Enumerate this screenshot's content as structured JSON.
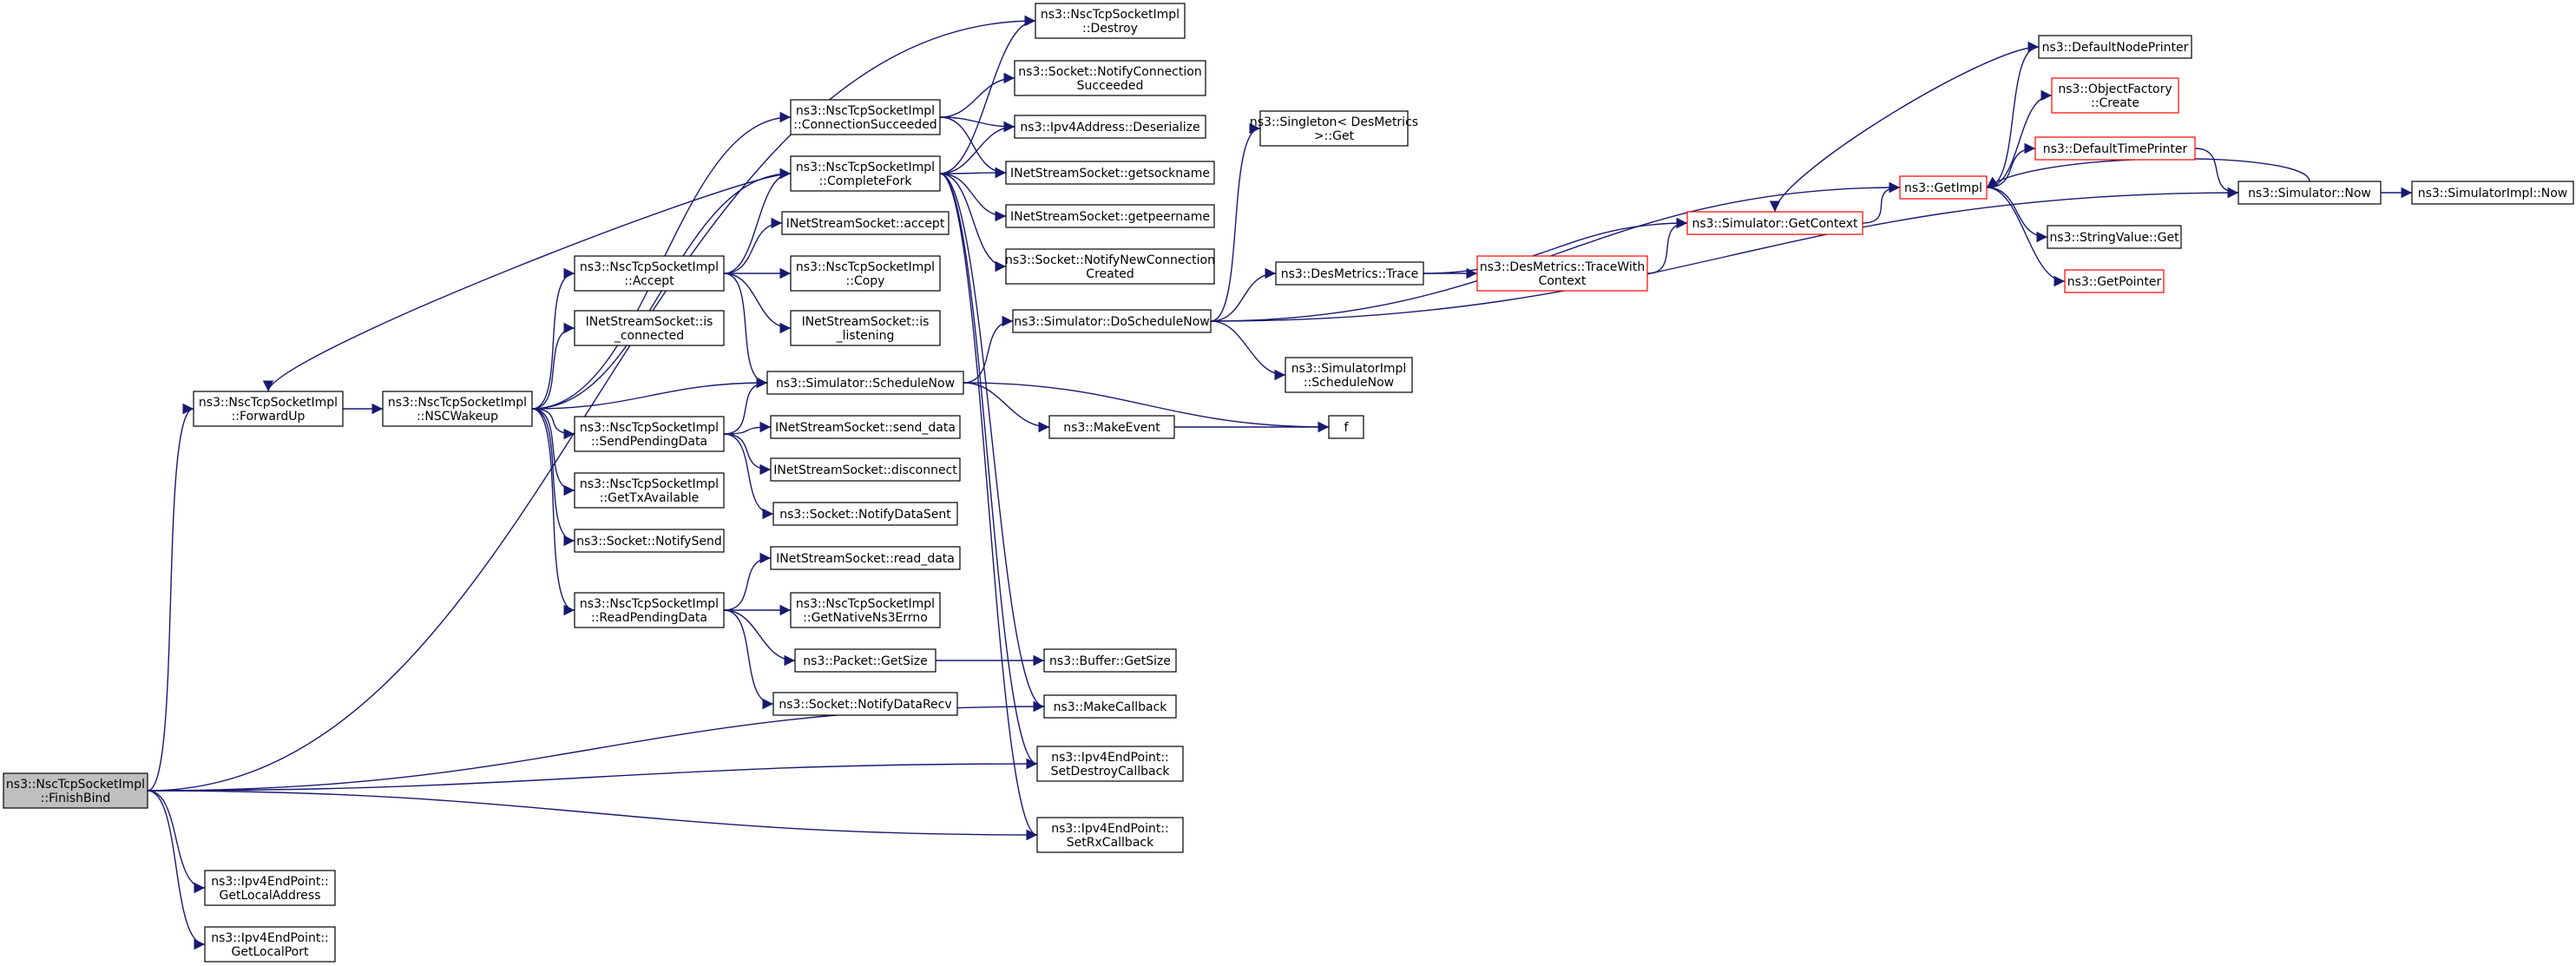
{
  "colors": {
    "edge": "#191970",
    "node_border": "#000000",
    "node_border_incomplete": "#ff0000",
    "root_fill": "#bfbfbf"
  },
  "nodes": [
    {
      "id": "finishbind",
      "lines": [
        "ns3::NscTcpSocketImpl",
        "::FinishBind"
      ],
      "root": true
    },
    {
      "id": "destroy",
      "lines": [
        "ns3::NscTcpSocketImpl",
        "::Destroy"
      ]
    },
    {
      "id": "forwardup",
      "lines": [
        "ns3::NscTcpSocketImpl",
        "::ForwardUp"
      ]
    },
    {
      "id": "nscwakeup",
      "lines": [
        "ns3::NscTcpSocketImpl",
        "::NSCWakeup"
      ]
    },
    {
      "id": "connsucceeded",
      "lines": [
        "ns3::NscTcpSocketImpl",
        "::ConnectionSucceeded"
      ]
    },
    {
      "id": "notifyconnsucc",
      "lines": [
        "ns3::Socket::NotifyConnection",
        "Succeeded"
      ]
    },
    {
      "id": "ipv4deser",
      "lines": [
        "ns3::Ipv4Address::Deserialize"
      ]
    },
    {
      "id": "completefork",
      "lines": [
        "ns3::NscTcpSocketImpl",
        "::CompleteFork"
      ]
    },
    {
      "id": "getsockname",
      "lines": [
        "INetStreamSocket::getsockname"
      ]
    },
    {
      "id": "getpeername",
      "lines": [
        "INetStreamSocket::getpeername"
      ]
    },
    {
      "id": "notifynewconn",
      "lines": [
        "ns3::Socket::NotifyNewConnection",
        "Created"
      ]
    },
    {
      "id": "inetaccept",
      "lines": [
        "INetStreamSocket::accept"
      ]
    },
    {
      "id": "accept",
      "lines": [
        "ns3::NscTcpSocketImpl",
        "::Accept"
      ]
    },
    {
      "id": "copy",
      "lines": [
        "ns3::NscTcpSocketImpl",
        "::Copy"
      ]
    },
    {
      "id": "islistening",
      "lines": [
        "INetStreamSocket::is",
        "_listening"
      ]
    },
    {
      "id": "isconnected",
      "lines": [
        "INetStreamSocket::is",
        "_connected"
      ]
    },
    {
      "id": "schedulenow",
      "lines": [
        "ns3::Simulator::ScheduleNow"
      ]
    },
    {
      "id": "sendpending",
      "lines": [
        "ns3::NscTcpSocketImpl",
        "::SendPendingData"
      ]
    },
    {
      "id": "senddata",
      "lines": [
        "INetStreamSocket::send_data"
      ]
    },
    {
      "id": "disconnect",
      "lines": [
        "INetStreamSocket::disconnect"
      ]
    },
    {
      "id": "notifydatasent",
      "lines": [
        "ns3::Socket::NotifyDataSent"
      ]
    },
    {
      "id": "gettxavail",
      "lines": [
        "ns3::NscTcpSocketImpl",
        "::GetTxAvailable"
      ]
    },
    {
      "id": "notifysend",
      "lines": [
        "ns3::Socket::NotifySend"
      ]
    },
    {
      "id": "readpending",
      "lines": [
        "ns3::NscTcpSocketImpl",
        "::ReadPendingData"
      ]
    },
    {
      "id": "readdata",
      "lines": [
        "INetStreamSocket::read_data"
      ]
    },
    {
      "id": "getnativeerrno",
      "lines": [
        "ns3::NscTcpSocketImpl",
        "::GetNativeNs3Errno"
      ]
    },
    {
      "id": "packetgetsize",
      "lines": [
        "ns3::Packet::GetSize"
      ]
    },
    {
      "id": "notifydatarecv",
      "lines": [
        "ns3::Socket::NotifyDataRecv"
      ]
    },
    {
      "id": "buffergetsize",
      "lines": [
        "ns3::Buffer::GetSize"
      ]
    },
    {
      "id": "makecallback",
      "lines": [
        "ns3::MakeCallback"
      ]
    },
    {
      "id": "setdestroycb",
      "lines": [
        "ns3::Ipv4EndPoint::",
        "SetDestroyCallback"
      ]
    },
    {
      "id": "setrxcb",
      "lines": [
        "ns3::Ipv4EndPoint::",
        "SetRxCallback"
      ]
    },
    {
      "id": "getlocaladdr",
      "lines": [
        "ns3::Ipv4EndPoint::",
        "GetLocalAddress"
      ]
    },
    {
      "id": "getlocalport",
      "lines": [
        "ns3::Ipv4EndPoint::",
        "GetLocalPort"
      ]
    },
    {
      "id": "doschedulenow",
      "lines": [
        "ns3::Simulator::DoScheduleNow"
      ]
    },
    {
      "id": "makeevent",
      "lines": [
        "ns3::MakeEvent"
      ]
    },
    {
      "id": "f",
      "lines": [
        "f"
      ]
    },
    {
      "id": "singletonget",
      "lines": [
        "ns3::Singleton< DesMetrics",
        " >::Get"
      ]
    },
    {
      "id": "desmetricstrace",
      "lines": [
        "ns3::DesMetrics::Trace"
      ]
    },
    {
      "id": "tracewithctx",
      "lines": [
        "ns3::DesMetrics::TraceWith",
        "Context"
      ],
      "incomplete": true
    },
    {
      "id": "simimplschednow",
      "lines": [
        "ns3::SimulatorImpl",
        "::ScheduleNow"
      ]
    },
    {
      "id": "getcontext",
      "lines": [
        "ns3::Simulator::GetContext"
      ],
      "incomplete": true
    },
    {
      "id": "getimpl",
      "lines": [
        "ns3::GetImpl"
      ],
      "incomplete": true
    },
    {
      "id": "defnodeprinter",
      "lines": [
        "ns3::DefaultNodePrinter"
      ]
    },
    {
      "id": "objfactorycreate",
      "lines": [
        "ns3::ObjectFactory",
        "::Create"
      ],
      "incomplete": true
    },
    {
      "id": "deftimeprinter",
      "lines": [
        "ns3::DefaultTimePrinter"
      ],
      "incomplete": true
    },
    {
      "id": "stringvalueget",
      "lines": [
        "ns3::StringValue::Get"
      ]
    },
    {
      "id": "getpointer",
      "lines": [
        "ns3::GetPointer"
      ],
      "incomplete": true
    },
    {
      "id": "simnow",
      "lines": [
        "ns3::Simulator::Now"
      ]
    },
    {
      "id": "simimplnow",
      "lines": [
        "ns3::SimulatorImpl::Now"
      ]
    }
  ],
  "edges": [
    [
      "finishbind",
      "destroy"
    ],
    [
      "finishbind",
      "forwardup"
    ],
    [
      "finishbind",
      "makecallback"
    ],
    [
      "finishbind",
      "setdestroycb"
    ],
    [
      "finishbind",
      "setrxcb"
    ],
    [
      "finishbind",
      "getlocaladdr"
    ],
    [
      "finishbind",
      "getlocalport"
    ],
    [
      "forwardup",
      "nscwakeup"
    ],
    [
      "nscwakeup",
      "connsucceeded"
    ],
    [
      "nscwakeup",
      "completefork"
    ],
    [
      "nscwakeup",
      "accept"
    ],
    [
      "nscwakeup",
      "isconnected"
    ],
    [
      "nscwakeup",
      "schedulenow"
    ],
    [
      "nscwakeup",
      "sendpending"
    ],
    [
      "nscwakeup",
      "gettxavail"
    ],
    [
      "nscwakeup",
      "notifysend"
    ],
    [
      "nscwakeup",
      "readpending"
    ],
    [
      "connsucceeded",
      "notifyconnsucc"
    ],
    [
      "connsucceeded",
      "ipv4deser"
    ],
    [
      "connsucceeded",
      "getsockname"
    ],
    [
      "completefork",
      "destroy"
    ],
    [
      "completefork",
      "forwardup"
    ],
    [
      "completefork",
      "ipv4deser"
    ],
    [
      "completefork",
      "getsockname"
    ],
    [
      "completefork",
      "getpeername"
    ],
    [
      "completefork",
      "notifynewconn"
    ],
    [
      "completefork",
      "makecallback"
    ],
    [
      "completefork",
      "setdestroycb"
    ],
    [
      "completefork",
      "setrxcb"
    ],
    [
      "accept",
      "completefork"
    ],
    [
      "accept",
      "inetaccept"
    ],
    [
      "accept",
      "copy"
    ],
    [
      "accept",
      "islistening"
    ],
    [
      "accept",
      "schedulenow"
    ],
    [
      "schedulenow",
      "doschedulenow"
    ],
    [
      "schedulenow",
      "makeevent"
    ],
    [
      "schedulenow",
      "f"
    ],
    [
      "sendpending",
      "schedulenow"
    ],
    [
      "sendpending",
      "senddata"
    ],
    [
      "sendpending",
      "disconnect"
    ],
    [
      "sendpending",
      "notifydatasent"
    ],
    [
      "readpending",
      "readdata"
    ],
    [
      "readpending",
      "getnativeerrno"
    ],
    [
      "readpending",
      "packetgetsize"
    ],
    [
      "readpending",
      "notifydatarecv"
    ],
    [
      "packetgetsize",
      "buffergetsize"
    ],
    [
      "makeevent",
      "f"
    ],
    [
      "doschedulenow",
      "singletonget"
    ],
    [
      "doschedulenow",
      "desmetricstrace"
    ],
    [
      "doschedulenow",
      "simimplschednow"
    ],
    [
      "doschedulenow",
      "getimpl"
    ],
    [
      "doschedulenow",
      "simnow"
    ],
    [
      "desmetricstrace",
      "tracewithctx"
    ],
    [
      "desmetricstrace",
      "getcontext"
    ],
    [
      "tracewithctx",
      "getcontext"
    ],
    [
      "getcontext",
      "getimpl"
    ],
    [
      "getimpl",
      "defnodeprinter"
    ],
    [
      "getimpl",
      "objfactorycreate"
    ],
    [
      "getimpl",
      "deftimeprinter"
    ],
    [
      "getimpl",
      "stringvalueget"
    ],
    [
      "getimpl",
      "getpointer"
    ],
    [
      "defnodeprinter",
      "getcontext"
    ],
    [
      "deftimeprinter",
      "simnow"
    ],
    [
      "simnow",
      "getimpl"
    ],
    [
      "simnow",
      "simimplnow"
    ]
  ]
}
